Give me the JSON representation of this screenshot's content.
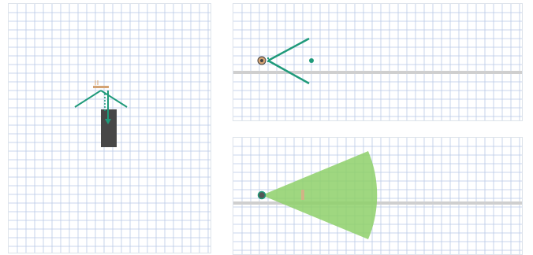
{
  "scene": {
    "grid_color": "#b9c9e6",
    "background": "#ffffff",
    "robot_color": "#1f9a7a",
    "ground_line_color": "#cfcfcf",
    "block_color": "#474747",
    "cone_color": "#8ed06a",
    "target_color": "#d4a373"
  },
  "panels": {
    "left": {
      "label": "",
      "view": "top-down"
    },
    "top_right": {
      "label": "",
      "view": "side"
    },
    "bottom_right": {
      "label": "",
      "view": "sensor-cone"
    }
  }
}
